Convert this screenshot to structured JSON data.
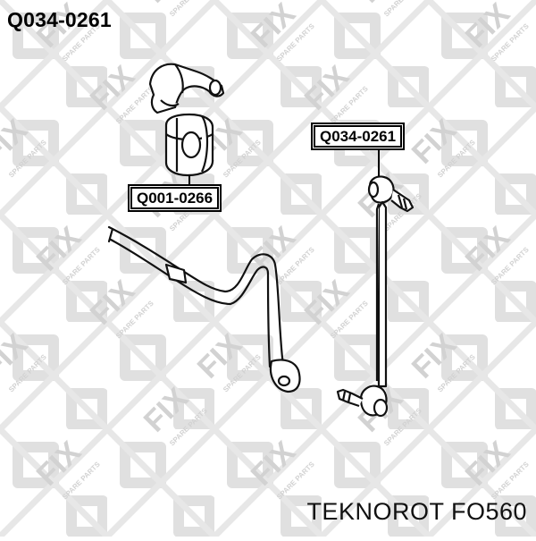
{
  "header": {
    "part_number": "Q034-0261"
  },
  "labels": {
    "link_part": "Q034-0261",
    "bushing_part": "Q001-0266"
  },
  "watermark": {
    "brand": "FIX",
    "tagline": "SPARE PARTS"
  },
  "footer": {
    "cross_reference": "TEKNOROT FO560"
  },
  "colors": {
    "outline": "#111111",
    "watermark": "#d8d8d8",
    "background": "#ffffff"
  }
}
